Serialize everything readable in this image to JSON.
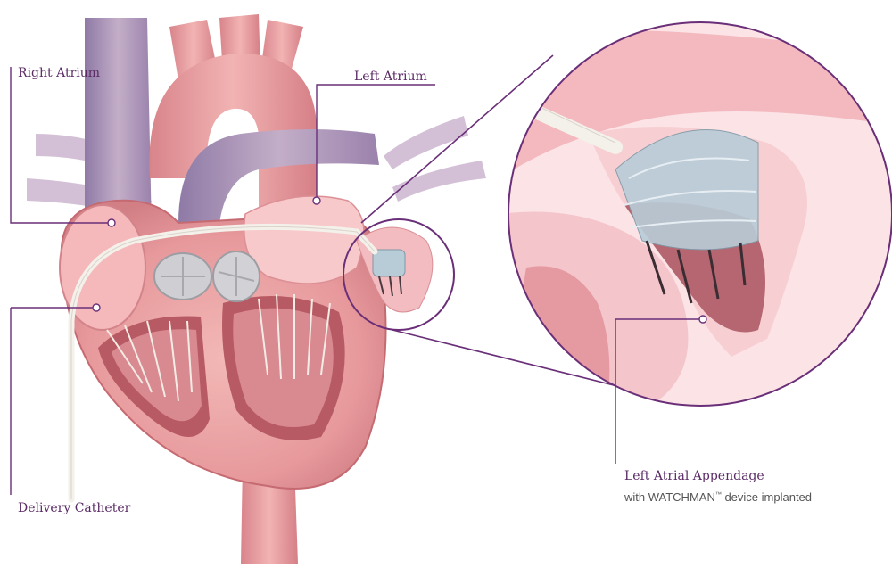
{
  "labels": {
    "right_atrium": "Right Atrium",
    "left_atrium": "Left Atrium",
    "delivery_catheter": "Delivery Catheter",
    "left_atrial_appendage": "Left Atrial Appendage",
    "device_prefix": "with WATCHMAN",
    "device_tm": "™",
    "device_suffix": " device implanted"
  },
  "colors": {
    "leader_line": "#6a2f78",
    "muscle": "#e9a3a3",
    "muscle_dark": "#c7696f",
    "chamber": "#f6c7c8",
    "vessel": "#a88ab2",
    "device": "#b8ccd8"
  },
  "icons": [
    "heart-illustration",
    "watchman-device-illustration",
    "magnifier-circle"
  ]
}
